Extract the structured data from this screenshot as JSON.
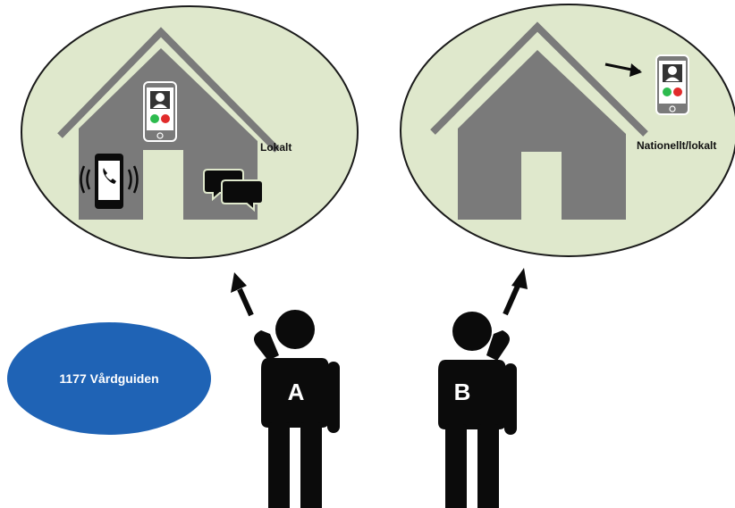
{
  "scenes": {
    "left": {
      "location_label": "Lokalt"
    },
    "right": {
      "location_label": "Nationellt/lokalt"
    }
  },
  "persons": [
    {
      "letter": "A"
    },
    {
      "letter": "B"
    }
  ],
  "service": {
    "label": "1177 Vårdguiden"
  },
  "colors": {
    "bubble_fill": "#dfe8cc",
    "house": "#7a7a7a",
    "roof": "#7a7a7a",
    "person": "#0b0b0b",
    "service_oval": "#1f63b5",
    "call_green": "#2dbb4e",
    "call_red": "#e12b2b"
  },
  "icons": {
    "left_house": [
      "video-call-phone-icon",
      "ringing-mobile-phone-icon",
      "chat-bubbles-icon"
    ],
    "right_house": [
      "video-call-phone-icon",
      "pointer-arrow-icon"
    ]
  }
}
